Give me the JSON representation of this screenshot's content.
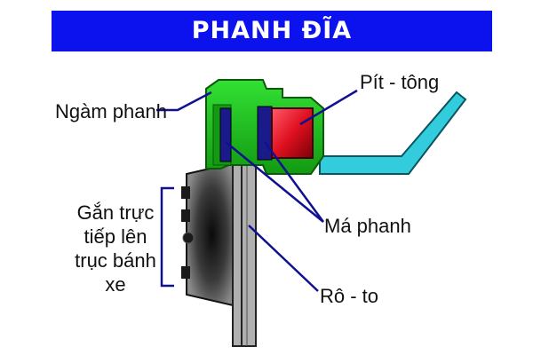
{
  "title": "PHANH ĐĨA",
  "labels": {
    "caliper": "Ngàm phanh",
    "piston": "Pít - tông",
    "pads": "Má phanh",
    "rotor": "Rô - to",
    "hub_mount": "Gắn trực tiếp lên trục bánh xe"
  },
  "colors": {
    "title_bar": "#0b12ee",
    "caliper": "#1fcf1f",
    "piston": "#e01020",
    "brake_line": "#33ccdd",
    "leader_lines": "#101090",
    "pad_left": "#1a1a8a",
    "rotor": "#b0b0b0"
  }
}
